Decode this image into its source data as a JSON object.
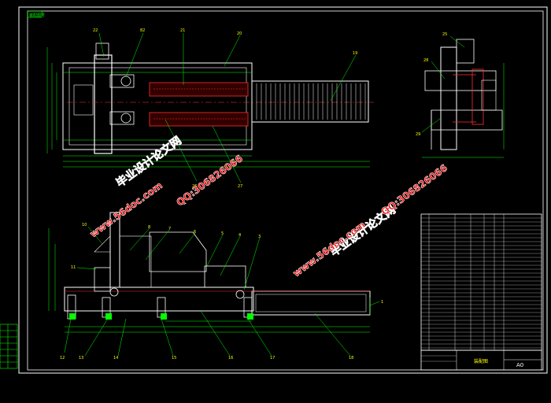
{
  "drawing": {
    "corner_title": "装配图号",
    "sheet_size": "A0",
    "block_title": "装配图"
  },
  "part_labels": {
    "top_view": [
      "22",
      "82",
      "21",
      "20",
      "19",
      "26",
      "27"
    ],
    "side_view": [
      "25",
      "28",
      "29"
    ],
    "front_view": [
      "10",
      "11",
      "8",
      "7",
      "6",
      "5",
      "4",
      "3",
      "1",
      "12",
      "13",
      "14",
      "15",
      "16",
      "17",
      "18"
    ]
  },
  "watermarks": [
    {
      "text": "毕业设计论文网"
    },
    {
      "text": "www.56doc.com"
    },
    {
      "text": "QQ:306826066"
    },
    {
      "text": "毕业设计论文网"
    },
    {
      "text": "www.56doc.com"
    },
    {
      "text": "QQ:306826066"
    }
  ],
  "colors": {
    "background": "#000000",
    "frame": "#ffffff",
    "outline": "#ffffff",
    "green": "#00ff00",
    "yellow": "#ffff00",
    "red": "#ff3030",
    "cyan": "#00ffff",
    "watermark": "#ff0000"
  }
}
